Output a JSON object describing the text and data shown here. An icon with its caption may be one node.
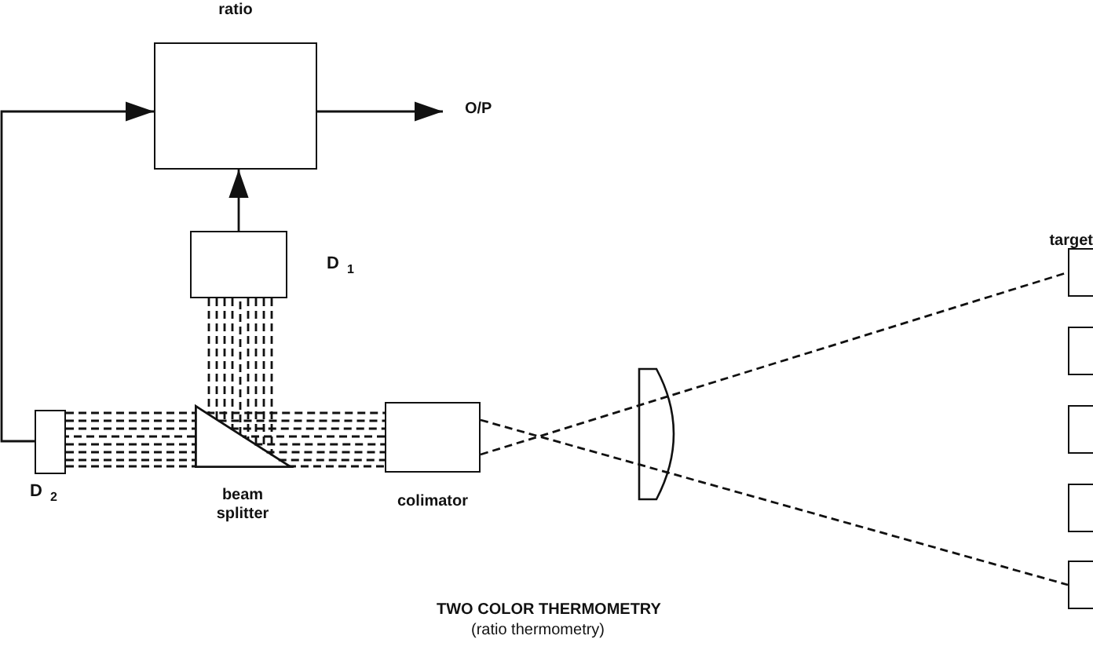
{
  "diagram": {
    "title": "TWO COLOR THERMOMETRY",
    "caption": "(ratio thermometry)",
    "nodes": [
      {
        "text": [
          "ratio"
        ]
      },
      {
        "text": [],
        "shape": "box",
        "beside": [
          "D$_{1}$"
        ]
      },
      {
        "text": [
          "O/P"
        ]
      },
      {
        "text": [],
        "shape": "box",
        "beside": [
          "D$_{2}$"
        ]
      },
      {
        "text": [
          "beam splitter"
        ]
      },
      {
        "text": [
          "colimator"
        ]
      },
      {
        "text": [
          "target"
        ]
      },
      {
        "text": [],
        "shape": "box"
      },
      {
        "text": [],
        "shape": "box"
      },
      {
        "text": [],
        "shape": "box"
      },
      {
        "text": [],
        "shape": "box"
      }
    ],
    "edges": [
      {
        "from": 1,
        "to": 0,
        "arrow": "to"
      },
      {
        "from": 0,
        "to": 2,
        "arrow": "to"
      },
      {
        "from": 3,
        "to": 0,
        "arrow": "to"
      },
      {
        "from": 5,
        "to": 4,
        "arrow": "none",
        "style": "dashed"
      },
      {
        "from": 4,
        "to": 3,
        "arrow": "none",
        "style": "dashed"
      },
      {
        "from": 4,
        "to": 1,
        "arrow": "none",
        "style": "dashed"
      },
      {
        "from": 5,
        "to": 6,
        "arrow": "none",
        "style": "dashed"
      },
      {
        "from": 5,
        "to": 10,
        "arrow": "none",
        "style": "dashed"
      }
    ]
  }
}
